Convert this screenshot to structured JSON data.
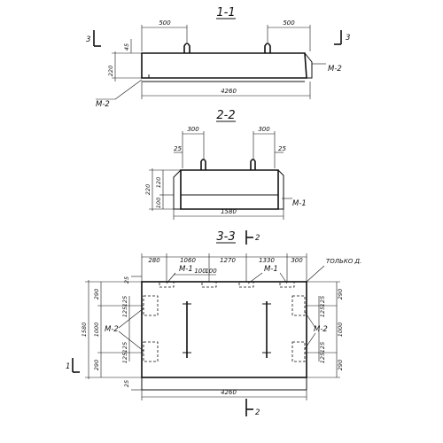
{
  "section_1_1": {
    "title": "1-1",
    "dim_top_left": "500",
    "dim_top_right": "500",
    "dim_45": "45",
    "dim_height": "220",
    "dim_length": "4260",
    "mark_right": "M-2",
    "mark_left": "M-2",
    "cut_left": "3",
    "cut_right": "3"
  },
  "section_2_2": {
    "title": "2-2",
    "dim_top_left": "300",
    "dim_top_right": "300",
    "dim_25_left": "25",
    "dim_25_right": "25",
    "dim_220": "220",
    "dim_100": "100",
    "dim_120": "120",
    "dim_width": "1580",
    "mark": "M-1"
  },
  "section_3_3": {
    "title": "3-3",
    "cut_label": "2",
    "cut_label_bottom": "2",
    "cut_left": "1",
    "top_dims": [
      "280",
      "1060",
      "1270",
      "1330",
      "300"
    ],
    "dim_100a": "100",
    "dim_100b": "100",
    "mark_m1_left": "M-1",
    "mark_m1_right": "M-1",
    "note_right": "ТОЛЬКО Д.",
    "dim_25_top": "25",
    "dim_25_bottom": "25",
    "left_total": "1580",
    "left_290_top": "290",
    "left_1000": "1000",
    "left_290_bottom": "290",
    "left_125a": "125",
    "left_125b": "125",
    "left_125c": "125",
    "left_125d": "125",
    "right_290_top": "290",
    "right_1000": "1000",
    "right_290_bottom": "290",
    "right_125a": "125",
    "right_125b": "125",
    "right_125c": "125",
    "right_125d": "125",
    "mark_m2_left": "M-2",
    "mark_m2_right": "M-2",
    "dim_length": "4260"
  }
}
